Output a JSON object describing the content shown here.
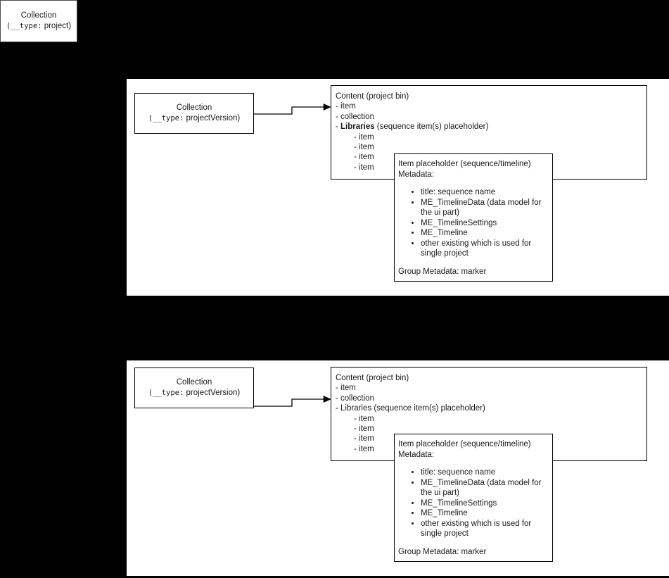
{
  "diagram": {
    "project_card": {
      "title": "Collection",
      "type_key": "(__type:",
      "type_value": "project)"
    },
    "sections": [
      {
        "id": "upper",
        "collection": {
          "title": "Collection",
          "type_key": "(__type:",
          "type_value": "projectVersion)"
        },
        "content": {
          "title": "Content (project bin)",
          "lines": [
            "- item",
            "- collection"
          ],
          "libraries_prefix": "- ",
          "libraries_label": "Libraries",
          "libraries_bold": true,
          "libraries_suffix": " (sequence item(s) placeholder)",
          "sub_items": [
            "- item",
            "- item",
            "- item",
            "- item"
          ]
        },
        "item_placeholder": {
          "title": "Item placeholder (sequence/timeline)",
          "metadata_label": "Metadata:",
          "metadata": [
            "title: sequence name",
            "ME_TimelineData (data model for the ui part)",
            "ME_TimelineSettings",
            "ME_Timeline",
            "other existing which is used for single project"
          ],
          "group_metadata": "Group Metadata: marker"
        }
      },
      {
        "id": "lower",
        "collection": {
          "title": "Collection",
          "type_key": "(__type:",
          "type_value": "projectVersion)"
        },
        "content": {
          "title": "Content (project bin)",
          "lines": [
            "- item",
            "- collection"
          ],
          "libraries_prefix": "- ",
          "libraries_label": "Libraries",
          "libraries_bold": false,
          "libraries_suffix": " (sequence item(s) placeholder)",
          "sub_items": [
            "- item",
            "- item",
            "- item",
            "- item"
          ]
        },
        "item_placeholder": {
          "title": "Item placeholder (sequence/timeline)",
          "metadata_label": "Metadata:",
          "metadata": [
            "title: sequence name",
            "ME_TimelineData (data model for the ui part)",
            "ME_TimelineSettings",
            "ME_Timeline",
            "other existing which is used for single project"
          ],
          "group_metadata": "Group Metadata: marker"
        }
      }
    ],
    "colors": {
      "background": "#000000",
      "panel": "#ffffff",
      "stroke": "#000000",
      "text": "#1a1a1a"
    }
  }
}
